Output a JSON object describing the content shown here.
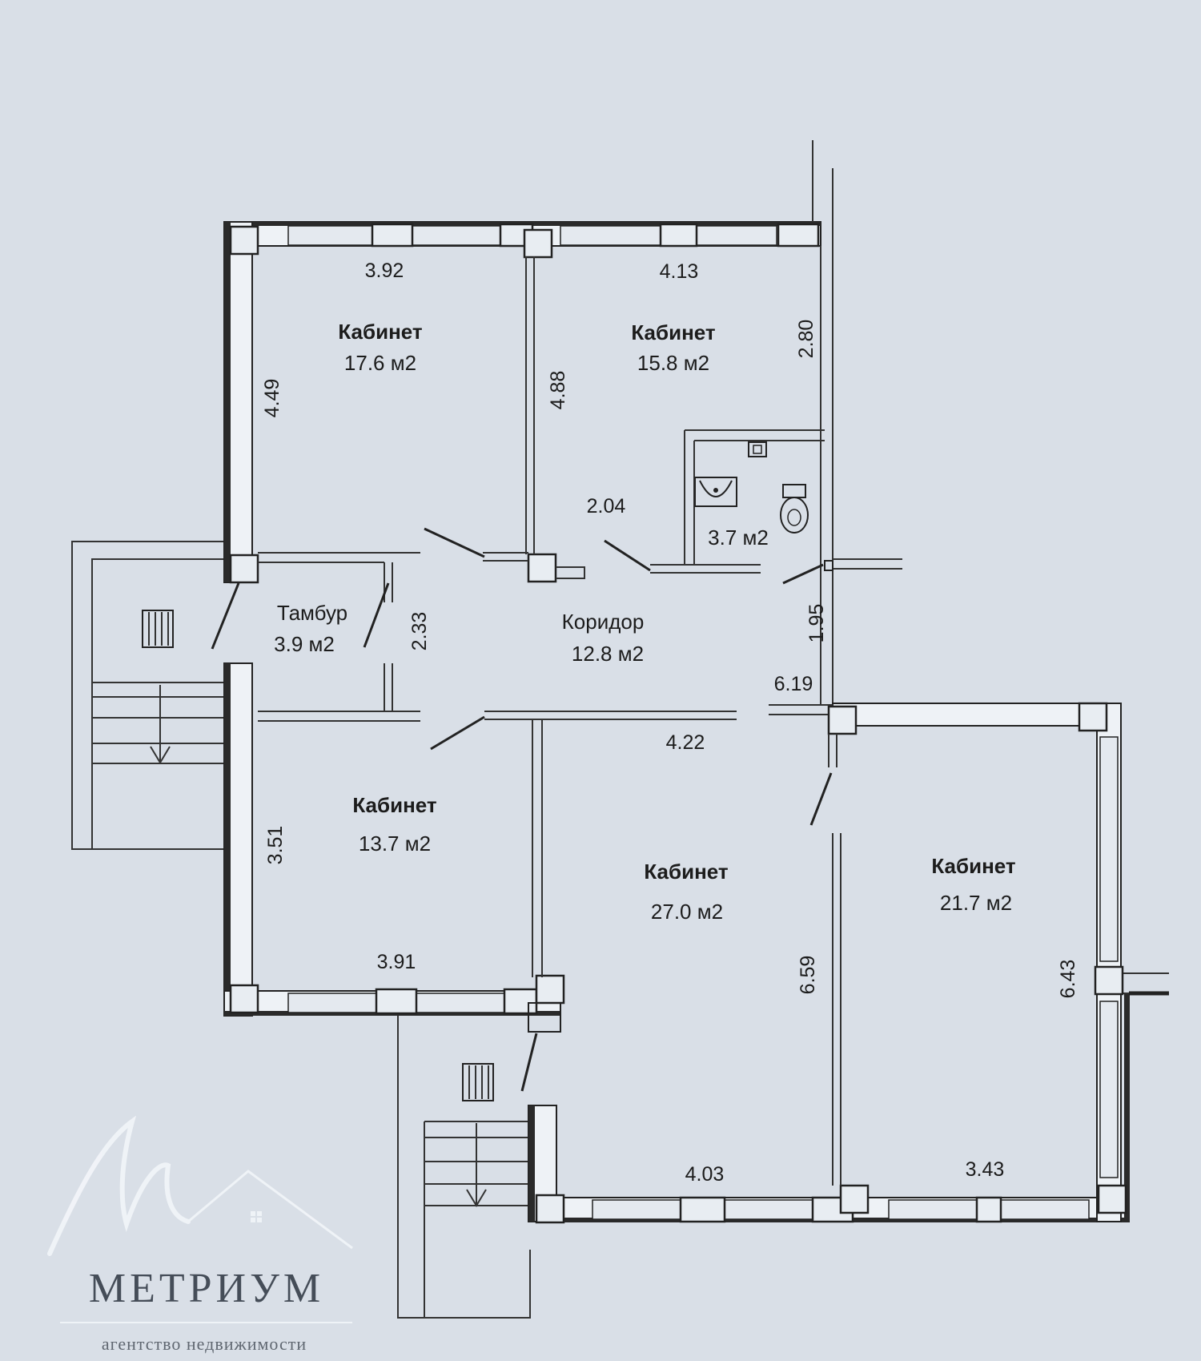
{
  "rooms": [
    {
      "name": "Кабинет",
      "area": "17.6 м2"
    },
    {
      "name": "Кабинет",
      "area": "15.8 м2"
    },
    {
      "name": "",
      "area": "3.7 м2"
    },
    {
      "name": "Тамбур",
      "area": "3.9 м2"
    },
    {
      "name": "Коридор",
      "area": "12.8 м2"
    },
    {
      "name": "Кабинет",
      "area": "13.7 м2"
    },
    {
      "name": "Кабинет",
      "area": "27.0 м2"
    },
    {
      "name": "Кабинет",
      "area": "21.7 м2"
    }
  ],
  "dimensions": [
    "3.92",
    "4.13",
    "4.49",
    "4.88",
    "2.80",
    "2.04",
    "2.33",
    "1.95",
    "6.19",
    "4.22",
    "3.51",
    "3.91",
    "6.59",
    "6.43",
    "4.03",
    "3.43"
  ],
  "logo": {
    "name": "МЕТРИУМ",
    "tagline": "агентство недвижимости"
  }
}
